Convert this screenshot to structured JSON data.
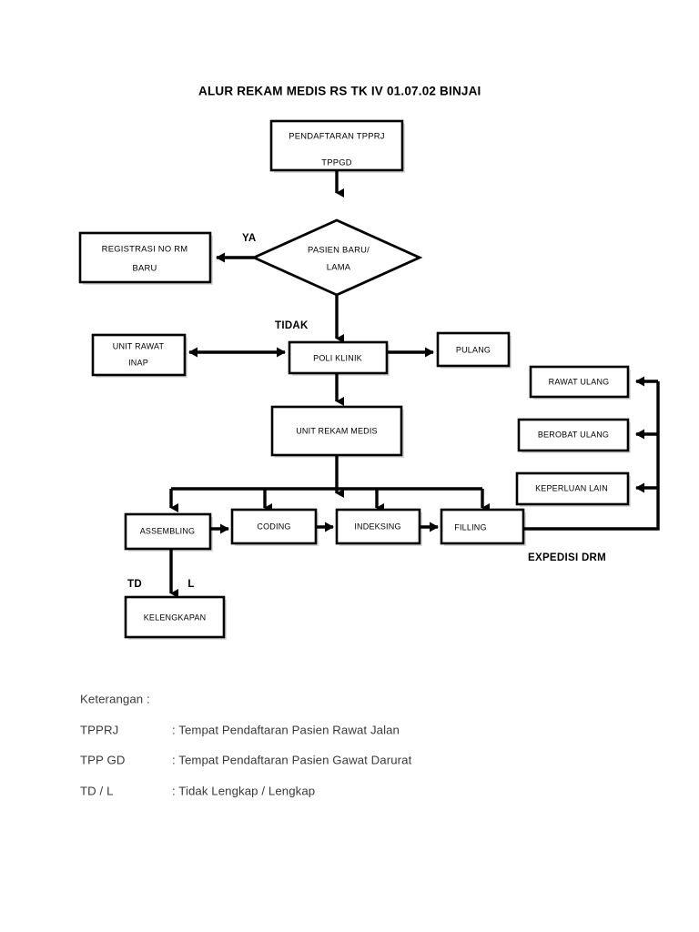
{
  "document": {
    "title": "ALUR REKAM MEDIS RS TK IV 01.07.02 BINJAI"
  },
  "flowchart": {
    "nodes": {
      "pendaftaran_line1": "PENDAFTARAN TPPRJ",
      "pendaftaran_line2": "TPPGD",
      "decision_line1": "PASIEN BARU/",
      "decision_line2": "LAMA",
      "registrasi_line1": "REGISTRASI NO RM",
      "registrasi_line2": "BARU",
      "unit_rawat_inap_line1": "UNIT RAWAT",
      "unit_rawat_inap_line2": "INAP",
      "poli_klinik": "POLI KLINIK",
      "pulang": "PULANG",
      "unit_rekam_medis": "UNIT REKAM MEDIS",
      "assembling": "ASSEMBLING",
      "coding": "CODING",
      "indeksing": "INDEKSING",
      "filling": "FILLING",
      "kelengkapan": "KELENGKAPAN",
      "rawat_ulang": "RAWAT ULANG",
      "berobat_ulang": "BEROBAT ULANG",
      "keperluan_lain": "KEPERLUAN LAIN"
    },
    "edge_labels": {
      "ya": "YA",
      "tidak": "TIDAK",
      "td": "TD",
      "l": "L",
      "expedisi_drm": "EXPEDISI DRM"
    }
  },
  "legend": {
    "heading": "Keterangan  :",
    "rows": [
      {
        "term": "TPPRJ",
        "definition": ": Tempat Pendaftaran Pasien Rawat Jalan"
      },
      {
        "term": "TPP GD",
        "definition": ": Tempat Pendaftaran Pasien Gawat Darurat"
      },
      {
        "term": "TD / L",
        "definition": ": Tidak Lengkap / Lengkap"
      }
    ]
  },
  "colors": {
    "stroke": "#000000",
    "fill": "#ffffff",
    "legend_text": "#3a3a3a"
  }
}
